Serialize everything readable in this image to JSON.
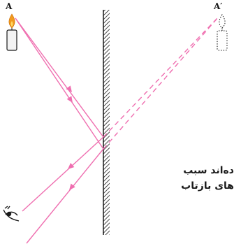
{
  "labels": {
    "object": "A",
    "image": "A′"
  },
  "caption": {
    "line1": "ده‌اند سبب",
    "line2": "های بازتاب"
  },
  "colors": {
    "ray": "#ef6fb0",
    "ink": "#1a1a1a",
    "flame": "#f29a1e",
    "candle_body": "#f3f3f3"
  },
  "icons": {
    "object": "candle-icon",
    "image": "virtual-candle-icon",
    "observer": "eye-icon",
    "mirror": "plane-mirror"
  }
}
